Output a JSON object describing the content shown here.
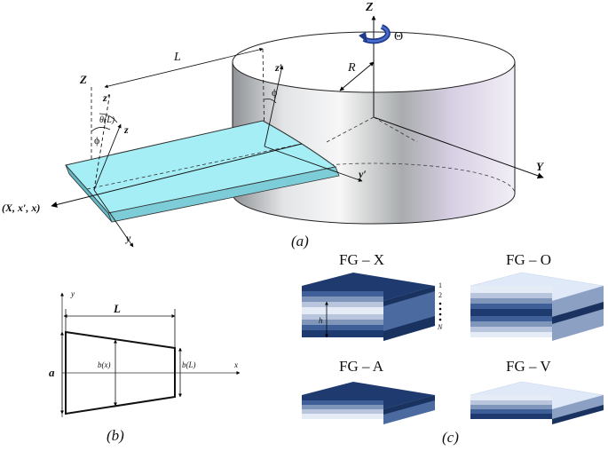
{
  "panel_a": {
    "caption": "(a)",
    "labels": {
      "Z_top": "Z",
      "Z_left": "Z",
      "Theta": "Θ",
      "R": "R",
      "L": "L",
      "z_prime_hub": "z′",
      "z_prime_root": "z′",
      "phi_hub": "ϕ",
      "phi_tip": "ϕ",
      "theta_tip": "θ(L)",
      "z_tip": "z",
      "Y": "Y",
      "y_prime": "y′",
      "y": "y",
      "axis_X": "(X, x′, x)"
    }
  },
  "panel_b": {
    "caption": "(b)",
    "labels": {
      "y": "y",
      "x": "x",
      "L": "L",
      "a": "a",
      "bx": "b(x)",
      "bL": "b(L)"
    }
  },
  "panel_c": {
    "caption": "(c)",
    "blocks": [
      {
        "name": "FG – X"
      },
      {
        "name": "FG – O"
      },
      {
        "name": "FG – A"
      },
      {
        "name": "FG – V"
      }
    ],
    "layer_labels": {
      "top": "1",
      "second": "2",
      "bottom": "N",
      "thickness": "h"
    }
  },
  "colors": {
    "plate": "#a6eef6",
    "dark_blue": "#1e3a6e",
    "light_blue": "#dfe9f8"
  }
}
